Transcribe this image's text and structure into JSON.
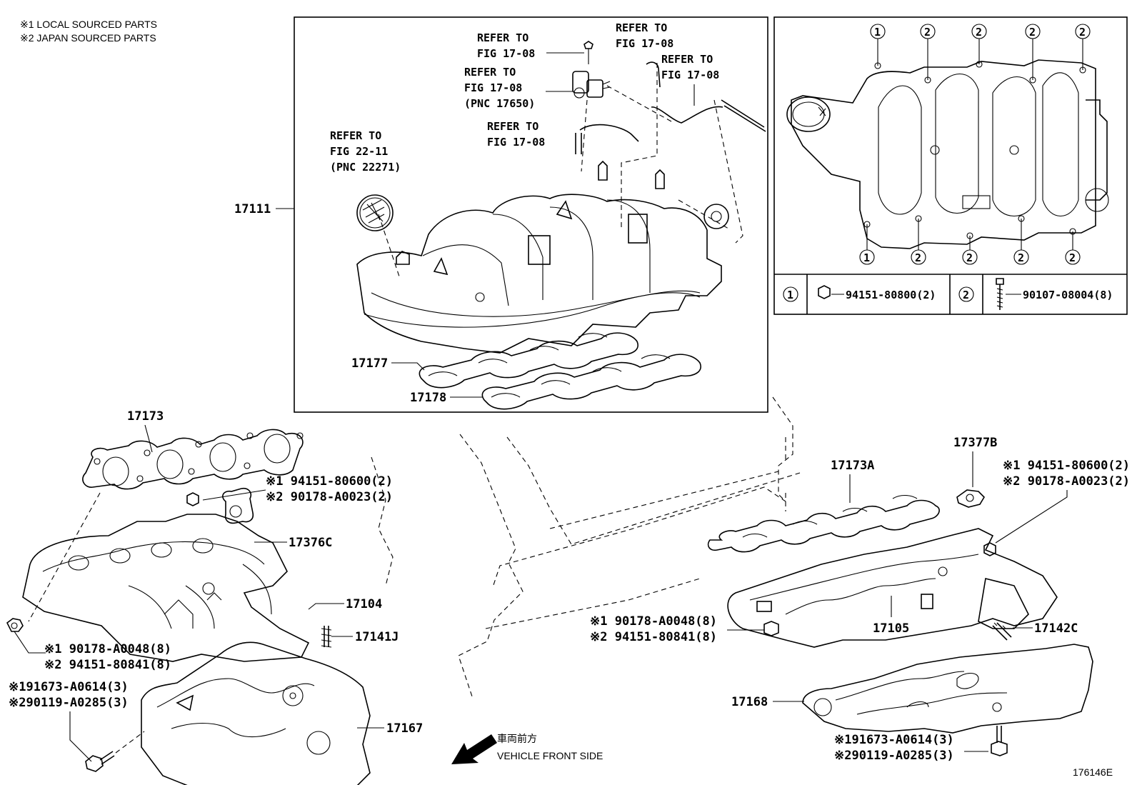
{
  "notes": {
    "local": "※1 LOCAL SOURCED PARTS",
    "japan": "※2 JAPAN SOURCED PARTS"
  },
  "inset": {
    "main_part": "17111",
    "refer_1": [
      "REFER TO",
      "FIG 17-08"
    ],
    "refer_2": [
      "REFER TO",
      "FIG 17-08"
    ],
    "refer_3": [
      "REFER TO",
      "FIG 17-08",
      "(PNC 17650)"
    ],
    "refer_4": [
      "REFER TO",
      "FIG 17-08"
    ],
    "refer_5": [
      "REFER TO",
      "FIG 17-08"
    ],
    "refer_6": [
      "REFER TO",
      "FIG 22-11",
      "(PNC 22271)"
    ],
    "gasket_a": "17177",
    "gasket_b": "17178"
  },
  "fastener_detail": {
    "top_markers": [
      "1",
      "2",
      "2",
      "2",
      "2"
    ],
    "bottom_markers": [
      "1",
      "2",
      "2",
      "2",
      "2"
    ],
    "legend": [
      {
        "marker": "1",
        "part": "94151-80800(2)"
      },
      {
        "marker": "2",
        "part": "90107-08004(8)"
      }
    ]
  },
  "left_bank": {
    "gasket": "17173",
    "nut_1": "※1 94151-80600(2)",
    "nut_2": "※2 90178-A0023(2)",
    "gasket_small": "17376C",
    "manifold": "17104",
    "stud": "17141J",
    "lower_nut_1": "※1 90178-A0048(8)",
    "lower_nut_2": "※2 94151-80841(8)",
    "bolt_1": "※191673-A0614(3)",
    "bolt_2": "※290119-A0285(3)",
    "heat_insulator": "17167"
  },
  "right_bank": {
    "gasket": "17173A",
    "gasket_small": "17377B",
    "nut_1": "※1 94151-80600(2)",
    "nut_2": "※2 90178-A0023(2)",
    "lower_nut_1": "※1 90178-A0048(8)",
    "lower_nut_2": "※2 94151-80841(8)",
    "manifold": "17105",
    "stud": "17142C",
    "heat_insulator": "17168",
    "bolt_1": "※191673-A0614(3)",
    "bolt_2": "※290119-A0285(3)"
  },
  "direction": {
    "jp": "車両前方",
    "en": "VEHICLE FRONT SIDE"
  },
  "figure_id": "176146E"
}
